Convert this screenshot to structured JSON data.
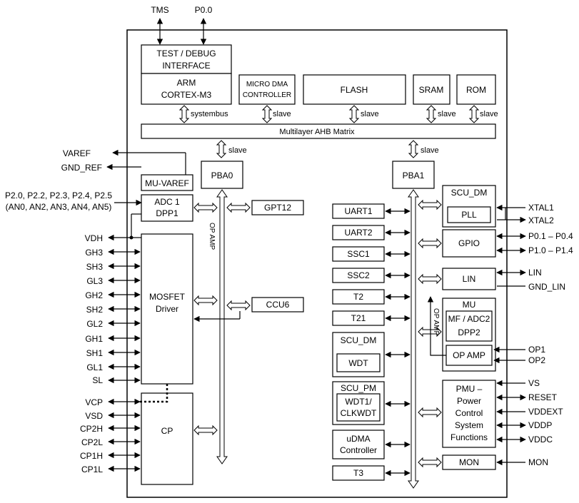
{
  "top_pins": {
    "tms": "TMS",
    "p00": "P0.0"
  },
  "blocks": {
    "test_debug": [
      "TEST / DEBUG",
      "INTERFACE"
    ],
    "arm": [
      "ARM",
      "CORTEX-M3"
    ],
    "micro_dma": [
      "MICRO DMA",
      "CONTROLLER"
    ],
    "flash": "FLASH",
    "sram": "SRAM",
    "rom": "ROM",
    "ahb": "Multilayer AHB Matrix",
    "pba0": "PBA0",
    "pba1": "PBA1",
    "mu_varef": "MU-VAREF",
    "adc1": [
      "ADC 1",
      "DPP1"
    ],
    "op_amp_left": "OP AMP",
    "gpt12": "GPT12",
    "ccu6": "CCU6",
    "mosfet": [
      "MOSFET",
      "Driver"
    ],
    "cp": "CP",
    "uart1": "UART1",
    "uart2": "UART2",
    "ssc1": "SSC1",
    "ssc2": "SSC2",
    "t2": "T2",
    "t21": "T21",
    "scu_dm_left": "SCU_DM",
    "wdt": "WDT",
    "scu_pm": "SCU_PM",
    "wdt1": [
      "WDT1/",
      "CLKWDT"
    ],
    "udma": [
      "uDMA",
      "Controller"
    ],
    "t3": "T3",
    "scu_dm_right": "SCU_DM",
    "pll": "PLL",
    "gpio": "GPIO",
    "lin": "LIN",
    "mu": "MU",
    "mf_adc2": [
      "MF / ADC2",
      "DPP2"
    ],
    "op_amp_right": "OP AMP",
    "op_amp_vertical": "OP AMP",
    "pmu": [
      "PMU –",
      "Power",
      "Control",
      "System",
      "Functions"
    ],
    "mon": "MON"
  },
  "bus_labels": {
    "systembus": "systembus",
    "slave": "slave"
  },
  "left_pins": {
    "varef": "VAREF",
    "gnd_ref": "GND_REF",
    "p2": [
      "P2.0, P2.2, P2.3, P2.4, P2.5",
      "(AN0, AN2, AN3, AN4, AN5)"
    ],
    "driver": [
      "VDH",
      "GH3",
      "SH3",
      "GL3",
      "GH2",
      "SH2",
      "GL2",
      "GH1",
      "SH1",
      "GL1",
      "SL"
    ],
    "cp": [
      "VCP",
      "VSD",
      "CP2H",
      "CP2L",
      "CP1H",
      "CP1L"
    ]
  },
  "right_pins": {
    "xtal1": "XTAL1",
    "xtal2": "XTAL2",
    "p0": "P0.1 – P0.4",
    "p1": "P1.0 – P1.4",
    "lin": "LIN",
    "gnd_lin": "GND_LIN",
    "op1": "OP1",
    "op2": "OP2",
    "vs": "VS",
    "reset": "RESET",
    "vddext": "VDDEXT",
    "vddp": "VDDP",
    "vddc": "VDDC",
    "mon": "MON"
  }
}
